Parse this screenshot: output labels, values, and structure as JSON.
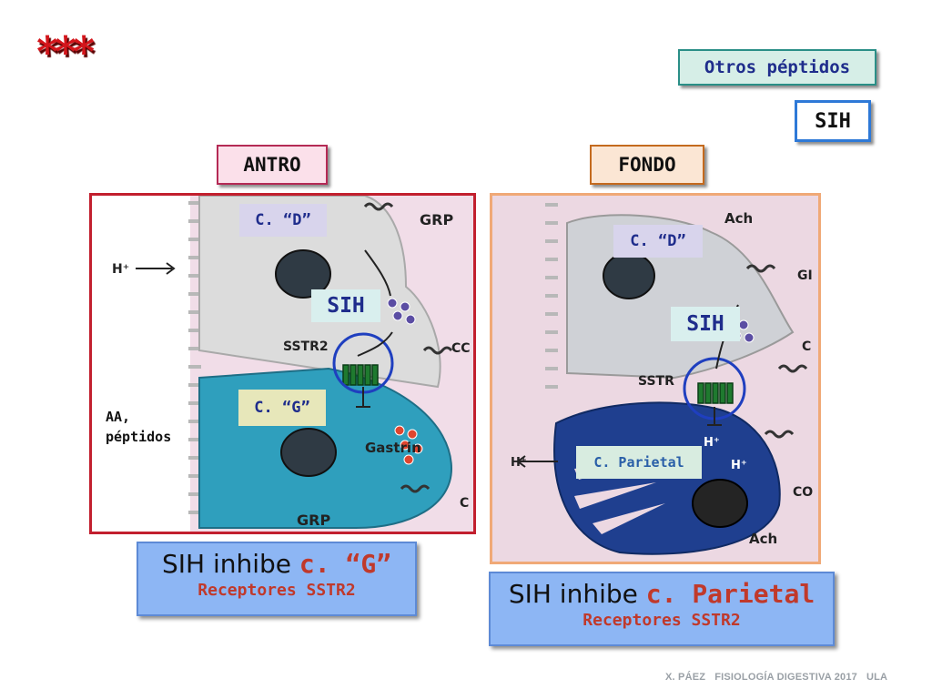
{
  "header": {
    "stars": "***",
    "tag_otros": "Otros péptidos",
    "tag_sih": "SIH"
  },
  "sections": {
    "antro": "ANTRO",
    "fondo": "FONDO"
  },
  "antro_figure": {
    "cell_d": "C. “D”",
    "sih": "SIH",
    "cell_g": "C. “G”",
    "proton": "H⁺",
    "aa_line1": "AA,",
    "aa_line2": "péptidos",
    "grp_top": "GRP",
    "grp_bottom": "GRP",
    "sstr2": "SSTR2",
    "gastrin": "Gastrin",
    "cck_top": "CC",
    "cck_bottom": "C"
  },
  "fondo_figure": {
    "cell_d": "C. “D”",
    "sih": "SIH",
    "cell_parietal": "C. Parietal",
    "ach_top": "Ach",
    "ach_bottom": "Ach",
    "gi": "GI",
    "cck": "C",
    "sstr": "SSTR",
    "proton_out": "H⁺",
    "proton_in1": "H⁺",
    "proton_in2": "H⁺",
    "co": "CO"
  },
  "results": {
    "antro_prefix": "SIH inhibe ",
    "antro_target": "c. “G”",
    "antro_receptors": "Receptores SSTR2",
    "fondo_prefix": "SIH inhibe ",
    "fondo_target": "c. Parietal",
    "fondo_receptors": "Receptores SSTR2"
  },
  "footer": {
    "author": "X. PÁEZ",
    "course": "FISIOLOGÍA DIGESTIVA 2017",
    "org": "ULA"
  },
  "colors": {
    "accent_red": "#c0392b",
    "label_blue": "#1f2d8c",
    "result_bg": "#8db6f4"
  }
}
